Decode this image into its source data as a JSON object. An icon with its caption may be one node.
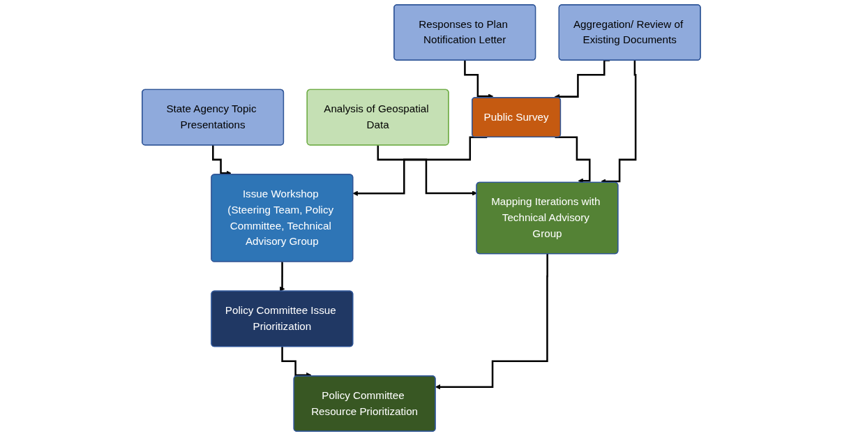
{
  "diagram": {
    "nodes": [
      {
        "text": [
          "Responses to Plan Notification Letter"
        ]
      },
      {
        "text": [
          "State Agency Topic Presentations"
        ]
      },
      {
        "text": [
          "Aggregation/ Review of Existing Documents"
        ]
      },
      {
        "text": [
          "Analysis of Geospatial Data"
        ]
      },
      {
        "text": [
          "Public Survey"
        ]
      },
      {
        "text": [
          "Issue Workshop (Steering Team, Policy Committee, Technical Advisory Group"
        ]
      },
      {
        "text": [
          "Mapping Iterations with Technical Advisory Group"
        ]
      },
      {
        "text": [
          "Policy Committee Issue Prioritization"
        ]
      },
      {
        "text": [
          "Policy Committee Resource Prioritization"
        ]
      }
    ],
    "edges": [
      {
        "from": 0,
        "to": 4,
        "arrow": "to"
      },
      {
        "from": 1,
        "to": 5,
        "arrow": "to"
      },
      {
        "from": 2,
        "to": 4,
        "arrow": "to"
      },
      {
        "from": 2,
        "to": 6,
        "arrow": "to"
      },
      {
        "from": 3,
        "to": 6,
        "arrow": "to"
      },
      {
        "from": 4,
        "to": 5,
        "arrow": "to"
      },
      {
        "from": 4,
        "to": 6,
        "arrow": "to"
      },
      {
        "from": 5,
        "to": 7,
        "arrow": "to"
      },
      {
        "from": 6,
        "to": 8,
        "arrow": "to"
      },
      {
        "from": 7,
        "to": 8,
        "arrow": "to"
      }
    ]
  }
}
